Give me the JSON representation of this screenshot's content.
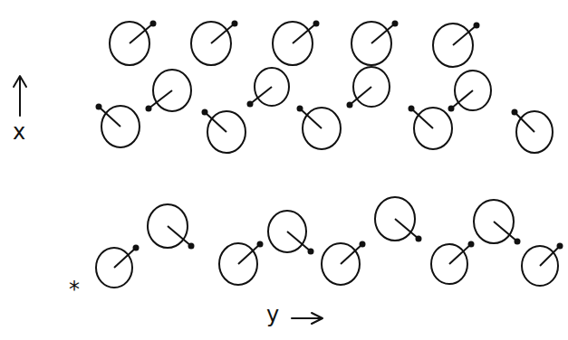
{
  "diagram": {
    "labels": [
      "x",
      "y",
      "*"
    ]
  }
}
